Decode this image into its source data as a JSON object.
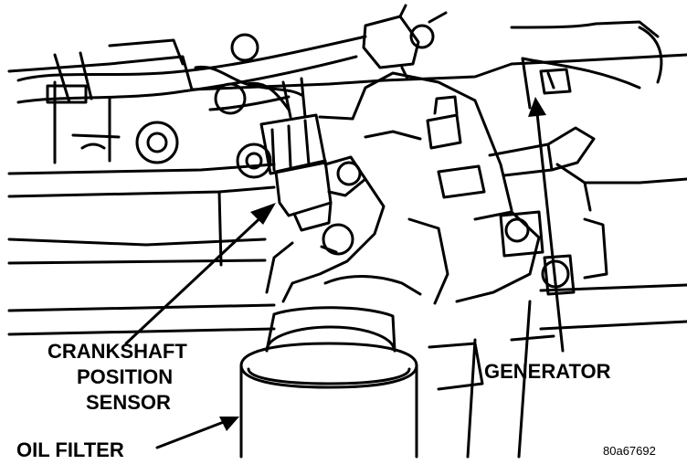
{
  "labels": {
    "crank_line1": "CRANKSHAFT",
    "crank_line2": "POSITION",
    "crank_line3": "SENSOR",
    "generator": "GENERATOR",
    "oil_filter": "OIL FILTER",
    "figure_ref": "80a67692"
  },
  "colors": {
    "ink": "#000000",
    "paper": "#ffffff"
  }
}
